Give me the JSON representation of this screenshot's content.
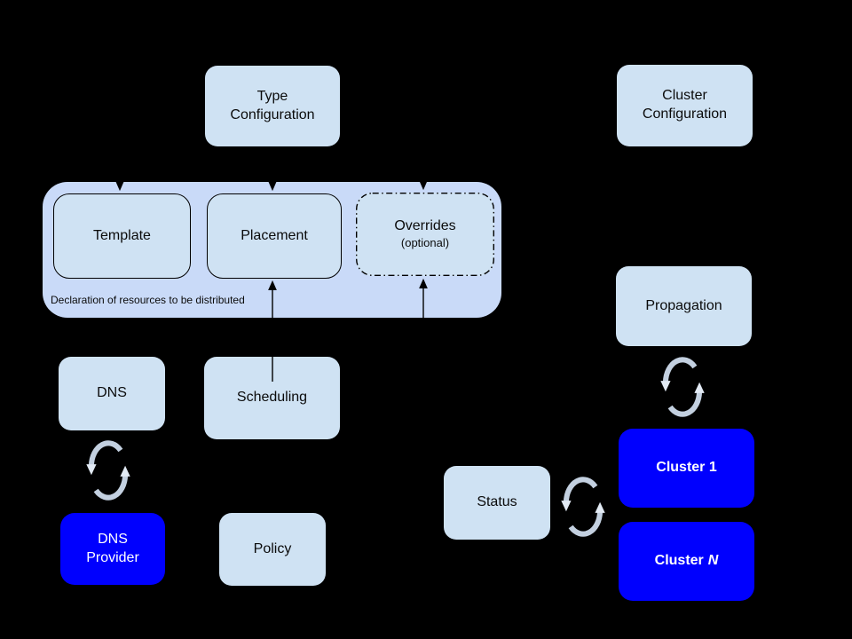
{
  "diagram": {
    "title_hint": "Federation control plane diagram",
    "background_color": "#000000",
    "colors": {
      "node_fill": "#cfe2f3",
      "container_fill": "#c9daf8",
      "accent_blue": "#0000fe",
      "node_text": "#0b0b0b",
      "blue_node_text": "#ffffff",
      "sync_icon_stroke": "#c3d0e0",
      "sync_icon_head": "#e2eaf4",
      "arrow_color": "#000000"
    },
    "nodes": {
      "type_config": {
        "label": "Type\nConfiguration"
      },
      "cluster_config": {
        "label": "Cluster\nConfiguration"
      },
      "template": {
        "label": "Template"
      },
      "placement": {
        "label": "Placement"
      },
      "overrides": {
        "label": "Overrides",
        "sublabel": "(optional)"
      },
      "dns": {
        "label": "DNS"
      },
      "scheduling": {
        "label": "Scheduling"
      },
      "dns_provider": {
        "label": "DNS\nProvider"
      },
      "policy": {
        "label": "Policy"
      },
      "status": {
        "label": "Status"
      },
      "propagation": {
        "label": "Propagation"
      },
      "cluster_1": {
        "label": "Cluster 1"
      },
      "cluster_n": {
        "label": "Cluster",
        "suffix": "N"
      }
    },
    "container": {
      "caption": "Declaration of resources to be distributed"
    },
    "icons": {
      "sync_dns": "sync-icon",
      "sync_propagation": "sync-icon",
      "sync_status": "sync-icon"
    }
  }
}
